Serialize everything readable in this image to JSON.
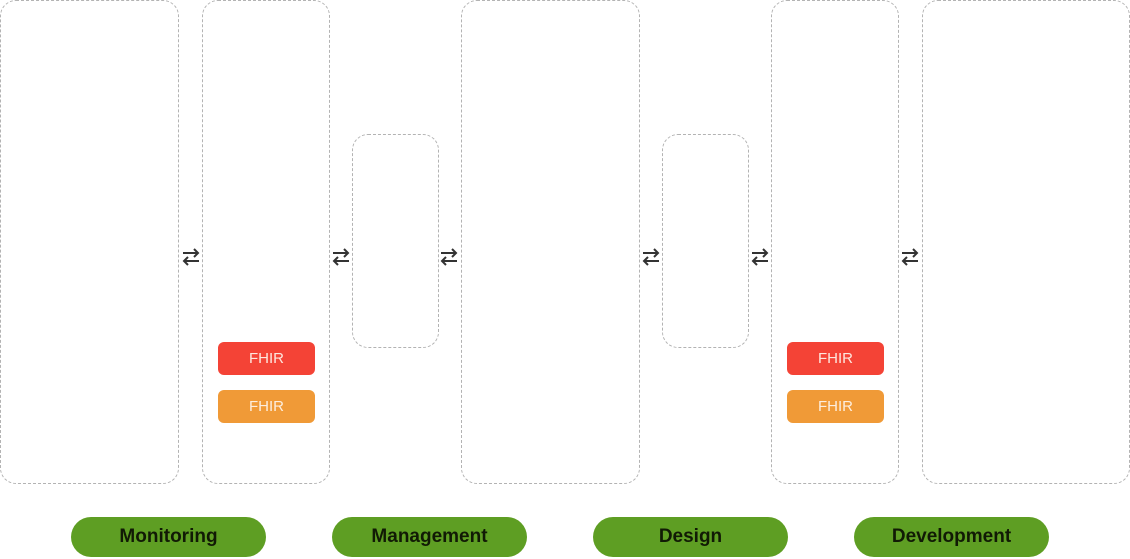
{
  "connector_icon": "swap-horizontal-arrows",
  "colors": {
    "fhir_primary": "#f44336",
    "fhir_secondary": "#f09a37",
    "stage_pill": "#5e9e23",
    "border": "#b3b3b3"
  },
  "stages": [
    {
      "label": "Monitoring"
    },
    {
      "label": "Management"
    },
    {
      "label": "Design"
    },
    {
      "label": "Development"
    }
  ],
  "left_fhir": [
    {
      "label": "FHIR",
      "variant": "red"
    },
    {
      "label": "FHIR",
      "variant": "orange"
    }
  ],
  "right_fhir": [
    {
      "label": "FHIR",
      "variant": "red"
    },
    {
      "label": "FHIR",
      "variant": "orange"
    }
  ]
}
